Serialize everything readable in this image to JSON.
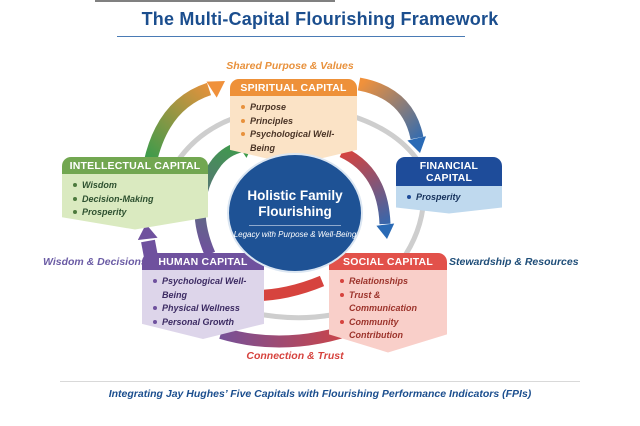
{
  "title": "The Multi-Capital Flourishing Framework",
  "caption": "Integrating Jay Hughes’ Five Capitals with Flourishing Performance Indicators (FPIs)",
  "center": {
    "title_line1": "Holistic Family",
    "title_line2": "Flourishing",
    "subtitle": "Legacy with Purpose & Well-Being",
    "color": "#1E5295"
  },
  "labels": {
    "top": {
      "text": "Shared Purpose & Values",
      "color": "#E8913C"
    },
    "right": {
      "text": "Stewardship & Resources",
      "color": "#1F4E79"
    },
    "bottom": {
      "text": "Connection & Trust",
      "color": "#D6433E"
    },
    "left": {
      "text": "Wisdom & Decisions",
      "color": "#6B5CA5"
    }
  },
  "capitals": [
    {
      "id": "spiritual",
      "name": "SPIRITUAL CAPITAL",
      "header_color": "#EE9139",
      "body_color": "#FBE3C6",
      "items": [
        "Purpose",
        "Principles",
        "Psychological Well-Being"
      ]
    },
    {
      "id": "financial",
      "name": "FINANCIAL CAPITAL",
      "header_color": "#1E4C9A",
      "body_color": "#BFD9EE",
      "items": [
        "Prosperity"
      ]
    },
    {
      "id": "intellectual",
      "name": "INTELLECTUAL CAPITAL",
      "header_color": "#72A751",
      "body_color": "#DAEAC0",
      "items": [
        "Wisdom",
        "Decision-Making",
        "Prosperity"
      ]
    },
    {
      "id": "human",
      "name": "HUMAN CAPITAL",
      "header_color": "#6F519E",
      "body_color": "#DDD5EA",
      "items": [
        "Psychological Well-Being",
        "Physical Wellness",
        "Personal Growth"
      ]
    },
    {
      "id": "social",
      "name": "SOCIAL CAPITAL",
      "header_color": "#E2514A",
      "body_color": "#F9CFC9",
      "items": [
        "Relationships",
        "Trust & Communication",
        "Community Contribution"
      ]
    }
  ],
  "arrows": [
    {
      "name": "intellectual-to-spiritual",
      "from_color": "#3E9B4B",
      "to_color": "#F0913B"
    },
    {
      "name": "spiritual-to-financial",
      "from_color": "#F0913B",
      "to_color": "#2A6AB5"
    },
    {
      "name": "inner-right-to-social",
      "from_color": "#D6433E",
      "to_color": "#2A6AB5"
    },
    {
      "name": "social-to-human-inner",
      "from_color": "#D6433E",
      "to_color": "#D6433E"
    },
    {
      "name": "social-to-human-outer",
      "from_color": "#D6433E",
      "to_color": "#6F519E"
    },
    {
      "name": "human-to-intellectual",
      "from_color": "#6F519E",
      "to_color": "#6F519E"
    },
    {
      "name": "inner-left-to-spiritual",
      "from_color": "#6F519E",
      "to_color": "#3E9B4B"
    }
  ]
}
